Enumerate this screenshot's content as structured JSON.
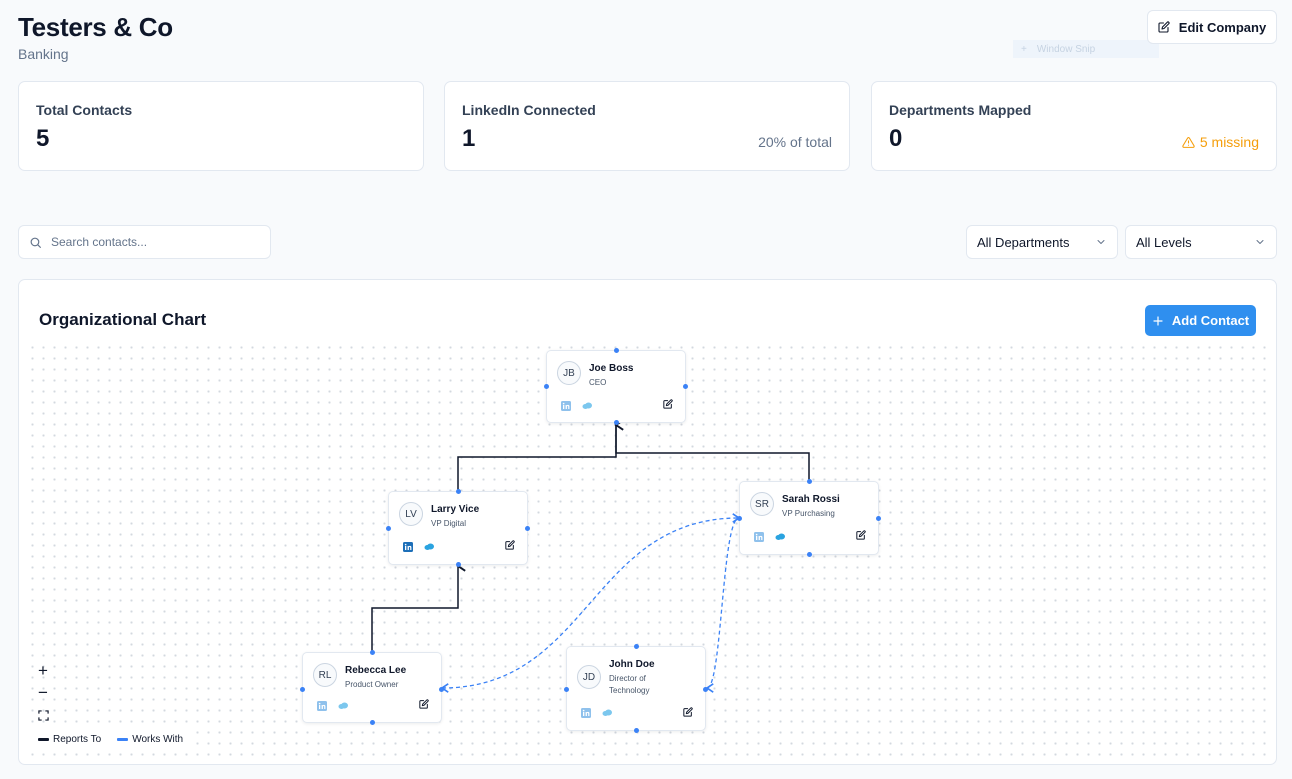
{
  "company": {
    "name": "Testers & Co",
    "industry": "Banking"
  },
  "header": {
    "edit_label": "Edit Company",
    "ghost_label": "Window Snip"
  },
  "stats": [
    {
      "label": "Total Contacts",
      "value": "5",
      "note": ""
    },
    {
      "label": "LinkedIn Connected",
      "value": "1",
      "note": "20% of total"
    },
    {
      "label": "Departments Mapped",
      "value": "0",
      "note": "5 missing"
    }
  ],
  "search": {
    "placeholder": "Search contacts...",
    "value": ""
  },
  "filters": {
    "department": "All Departments",
    "level": "All Levels"
  },
  "chart": {
    "title": "Organizational Chart",
    "add_label": "Add Contact"
  },
  "colors": {
    "accent": "#2f8fef",
    "reports_to": "#0f172a",
    "works_with": "#3b82f6",
    "warning": "#f59e0b"
  },
  "contacts": [
    {
      "initials": "JB",
      "name": "Joe Boss",
      "title": "CEO"
    },
    {
      "initials": "LV",
      "name": "Larry Vice",
      "title": "VP Digital"
    },
    {
      "initials": "SR",
      "name": "Sarah Rossi",
      "title": "VP Purchasing"
    },
    {
      "initials": "RL",
      "name": "Rebecca Lee",
      "title": "Product Owner"
    },
    {
      "initials": "JD",
      "name": "John Doe",
      "title": "Director of Technology"
    }
  ],
  "relationships": [
    {
      "type": "reports_to",
      "from": "Larry Vice",
      "to": "Joe Boss"
    },
    {
      "type": "reports_to",
      "from": "Sarah Rossi",
      "to": "Joe Boss"
    },
    {
      "type": "reports_to",
      "from": "Rebecca Lee",
      "to": "Larry Vice"
    },
    {
      "type": "works_with",
      "from": "Rebecca Lee",
      "to": "Sarah Rossi"
    },
    {
      "type": "works_with",
      "from": "John Doe",
      "to": "Sarah Rossi"
    }
  ],
  "legend": {
    "reports_to": "Reports To",
    "works_with": "Works With"
  },
  "zoom": {
    "in": "+",
    "out": "−"
  },
  "icons": [
    "edit-icon",
    "search-icon",
    "chevron-down-icon",
    "plus-icon",
    "warning-icon",
    "linkedin-icon",
    "salesforce-cloud-icon",
    "fit-view-icon"
  ]
}
